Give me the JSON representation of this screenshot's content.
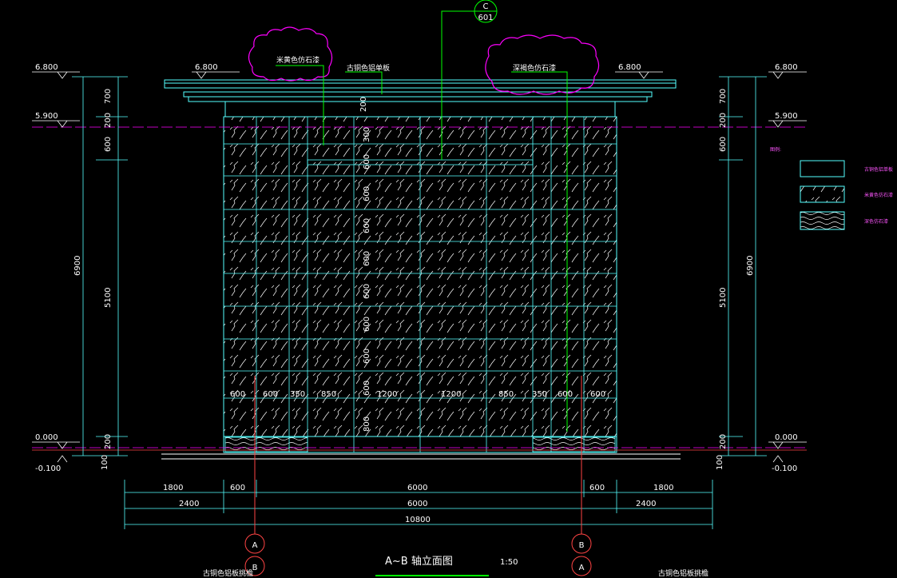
{
  "colors": {
    "background": "#000000",
    "cyan": "#55ffff",
    "magenta": "#ff00ff",
    "green": "#00ff00",
    "red": "#ff4444",
    "yellow": "#ffff55",
    "white": "#ffffff"
  },
  "levels": {
    "top_left": "6.800",
    "top_left_inner": "6.800",
    "top_right_inner": "6.800",
    "top_right": "6.800",
    "mid_left": "5.900",
    "mid_right": "5.900",
    "ground_left": "0.000",
    "ground_right": "0.000",
    "below_left": "-0.100",
    "below_right": "-0.100"
  },
  "callout": {
    "letter": "C",
    "number": "601"
  },
  "labels": {
    "rice_stone": "米黄色仿石漆",
    "bronze_veneer": "古铜色铝单板",
    "dark_stone": "深褐色仿石漆"
  },
  "vertical_dims_left": {
    "d700": "700",
    "d200a": "200",
    "d600": "600",
    "d5100": "5100",
    "d6900": "6900",
    "d200b": "200",
    "d100": "100"
  },
  "vertical_dims_right": {
    "d700": "700",
    "d200a": "200",
    "d600": "600",
    "d5100": "5100",
    "d6900": "6900",
    "d200b": "200",
    "d100": "100"
  },
  "center_vertical_dims": [
    "200",
    "300",
    "600",
    "600",
    "600",
    "600",
    "600",
    "600",
    "600",
    "600",
    "800"
  ],
  "horizontal_dims_row": [
    "600",
    "600",
    "350",
    "850",
    "1200",
    "1200",
    "850",
    "350",
    "600",
    "600"
  ],
  "bottom_dims": {
    "row1": {
      "left1800": "1800",
      "left600": "600",
      "mid6000": "6000",
      "right600": "600",
      "right1800": "1800"
    },
    "row2": {
      "left2400": "2400",
      "mid6000": "6000",
      "right2400": "2400"
    },
    "row3": {
      "total": "10800"
    }
  },
  "legend": {
    "heading": "图例:",
    "items": [
      {
        "pattern": "plain",
        "label": "古铜色铝单板"
      },
      {
        "pattern": "stone",
        "label": "米黄色仿石漆"
      },
      {
        "pattern": "wave",
        "label": "深色仿石漆"
      }
    ]
  },
  "axes": {
    "left_top": "A",
    "left_bottom": "B",
    "right_top": "B",
    "right_bottom": "A"
  },
  "footer": {
    "title": "A~B 轴立面图",
    "scale": "1:50",
    "left_note": "古铜色铝板挑檐",
    "right_note": "古铜色铝板挑檐"
  }
}
